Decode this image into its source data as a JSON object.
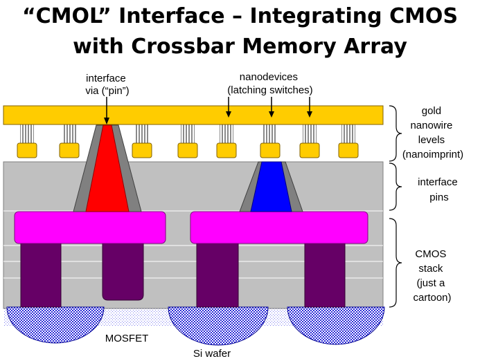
{
  "title": {
    "line1": "“CMOL” Interface – Integrating CMOS",
    "line2": "with Crossbar Memory Array"
  },
  "labels": {
    "interface_via": [
      "interface",
      "via (“pin”)"
    ],
    "nanodevices": [
      "nanodevices",
      "(latching switches)"
    ],
    "gold_nanowire": [
      "gold",
      "nanowire",
      "levels",
      "(nanoimprint)"
    ],
    "interface_pins": [
      "interface",
      "pins"
    ],
    "cmos_stack": [
      "CMOS",
      "stack",
      "(just a",
      "cartoon)"
    ],
    "mosfet": "MOSFET",
    "si_wafer": "Si wafer"
  },
  "colors": {
    "gold": "#ffcc00",
    "red_via": "#ff0000",
    "blue_device": "#0000ff",
    "magenta": "#ff00ff",
    "purple": "#660066",
    "gray_stack": "#c0c0c0",
    "pin_wall": "#808080",
    "wafer_blue": "#0000cc"
  }
}
